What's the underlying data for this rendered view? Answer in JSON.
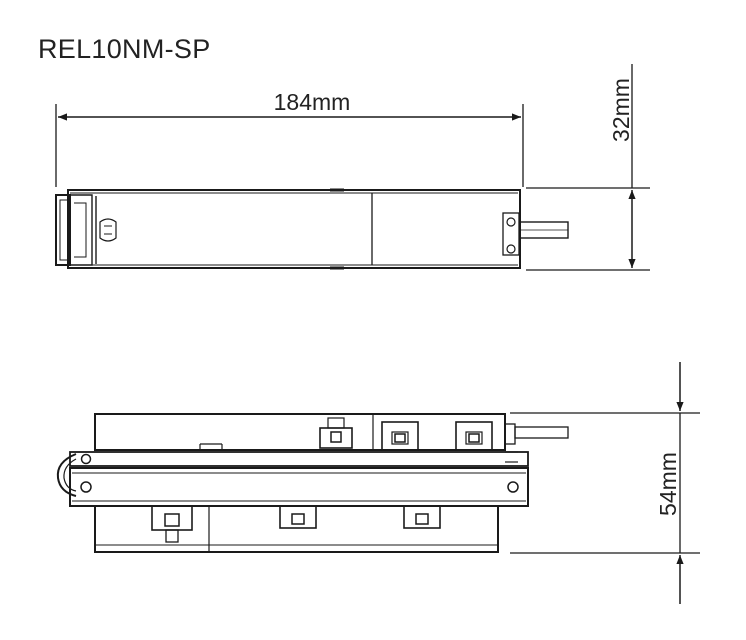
{
  "title": "REL10NM-SP",
  "dimensions": {
    "length": "184mm",
    "height": "32mm",
    "depth": "54mm"
  },
  "colors": {
    "line": "#1a1a1a",
    "text": "#222222",
    "background": "#ffffff"
  }
}
